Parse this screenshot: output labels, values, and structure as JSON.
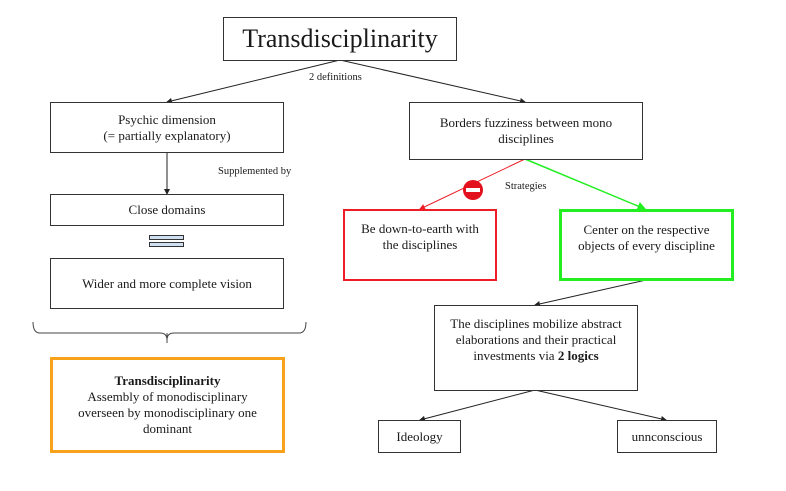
{
  "diagram": {
    "title": "Transdisciplinarity",
    "edge_labels": {
      "definitions": "2 definitions",
      "supplemented": "Supplemented by",
      "strategies": "Strategies"
    },
    "left_branch": {
      "psychic": {
        "line1": "Psychic dimension",
        "line2": "(= partially explanatory)"
      },
      "close_domains": "Close domains",
      "equals_icon": "equals-icon",
      "wider_vision": "Wider and more complete vision",
      "summary": {
        "heading": "Transdisciplinarity",
        "body": "Assembly of monodisciplinary overseen by monodisciplinary one dominant"
      }
    },
    "right_branch": {
      "borders": "Borders fuzziness between mono disciplines",
      "strategy_rejected": {
        "text": "Be down-to-earth with the disciplines",
        "color": "#ee1c24",
        "icon": "no-entry-icon"
      },
      "strategy_chosen": {
        "text": "Center on the respective objects of every discipline",
        "color": "#22ee22"
      },
      "logics": {
        "text": "The disciplines mobilize abstract elaborations and their practical investments via ",
        "emphasis": "2 logics"
      },
      "outcomes": [
        "Ideology",
        "unnconscious"
      ]
    },
    "colors": {
      "rejected": "#ee1c24",
      "chosen": "#22ee22",
      "summary": "#f7a21a",
      "equals_fill": "#cfe0f3"
    }
  }
}
